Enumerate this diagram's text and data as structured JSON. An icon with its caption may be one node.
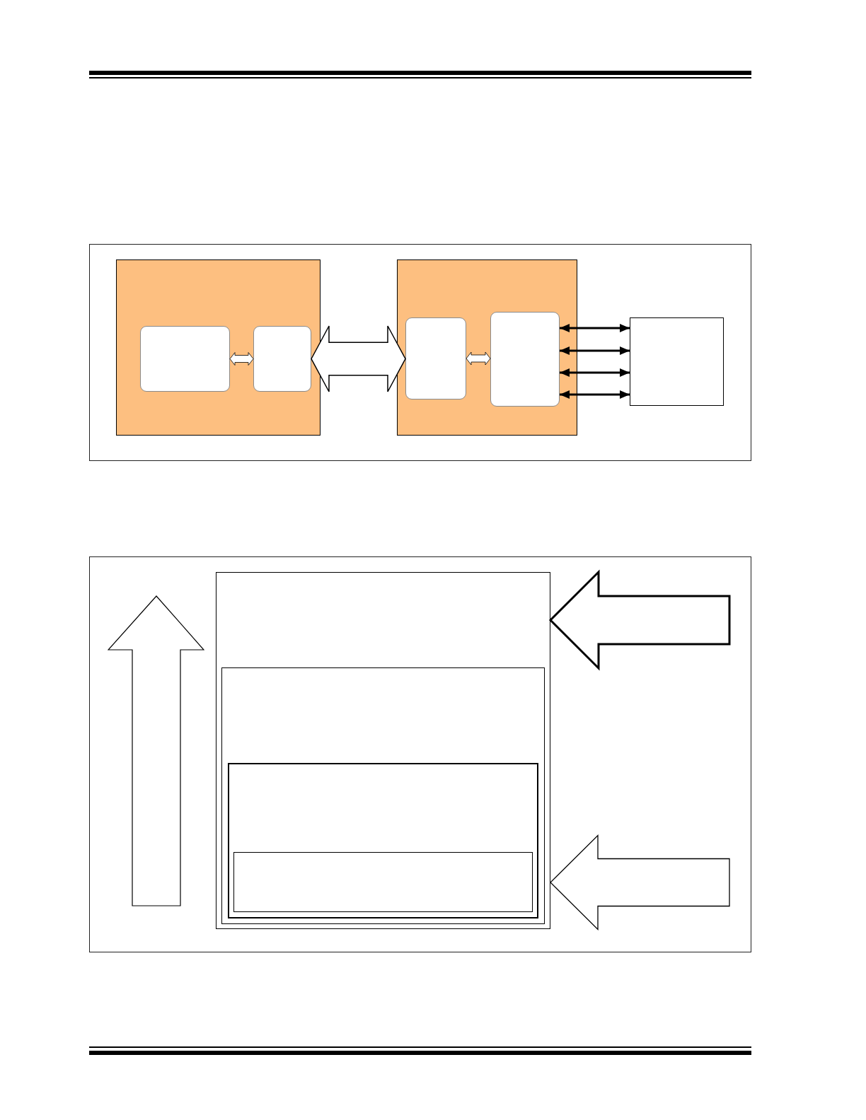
{
  "diagram": {
    "nodes": [
      {
        "text": [],
        "shape": "box"
      },
      {
        "text": [],
        "shape": "box",
        "in": 0
      },
      {
        "text": [],
        "shape": "box",
        "in": 0
      },
      {
        "text": [],
        "shape": "box"
      },
      {
        "text": [],
        "shape": "box",
        "in": 3
      },
      {
        "text": [],
        "shape": "box",
        "in": 3
      },
      {
        "text": [],
        "shape": "box"
      },
      {
        "text": [],
        "shape": "box"
      },
      {
        "text": [],
        "shape": "box",
        "in": 7
      },
      {
        "text": [],
        "shape": "box",
        "in": 8
      },
      {
        "text": [],
        "shape": "box",
        "in": 9
      }
    ],
    "edges": [
      {
        "from": 1,
        "to": 2,
        "arrow": "both",
        "style": "thick"
      },
      {
        "from": 2,
        "to": 4,
        "arrow": "both",
        "style": "thick"
      },
      {
        "from": 4,
        "to": 5,
        "arrow": "both",
        "style": "thick"
      },
      {
        "from": 5,
        "to": 6,
        "arrow": "both"
      },
      {
        "from": 5,
        "to": 6,
        "arrow": "both"
      },
      {
        "from": 5,
        "to": 6,
        "arrow": "both"
      },
      {
        "from": 5,
        "to": 6,
        "arrow": "both"
      },
      {
        "from": null,
        "to": 7,
        "arrow": "to",
        "style": "thick"
      },
      {
        "from": null,
        "to": 7,
        "arrow": "to",
        "style": "thick"
      }
    ]
  }
}
